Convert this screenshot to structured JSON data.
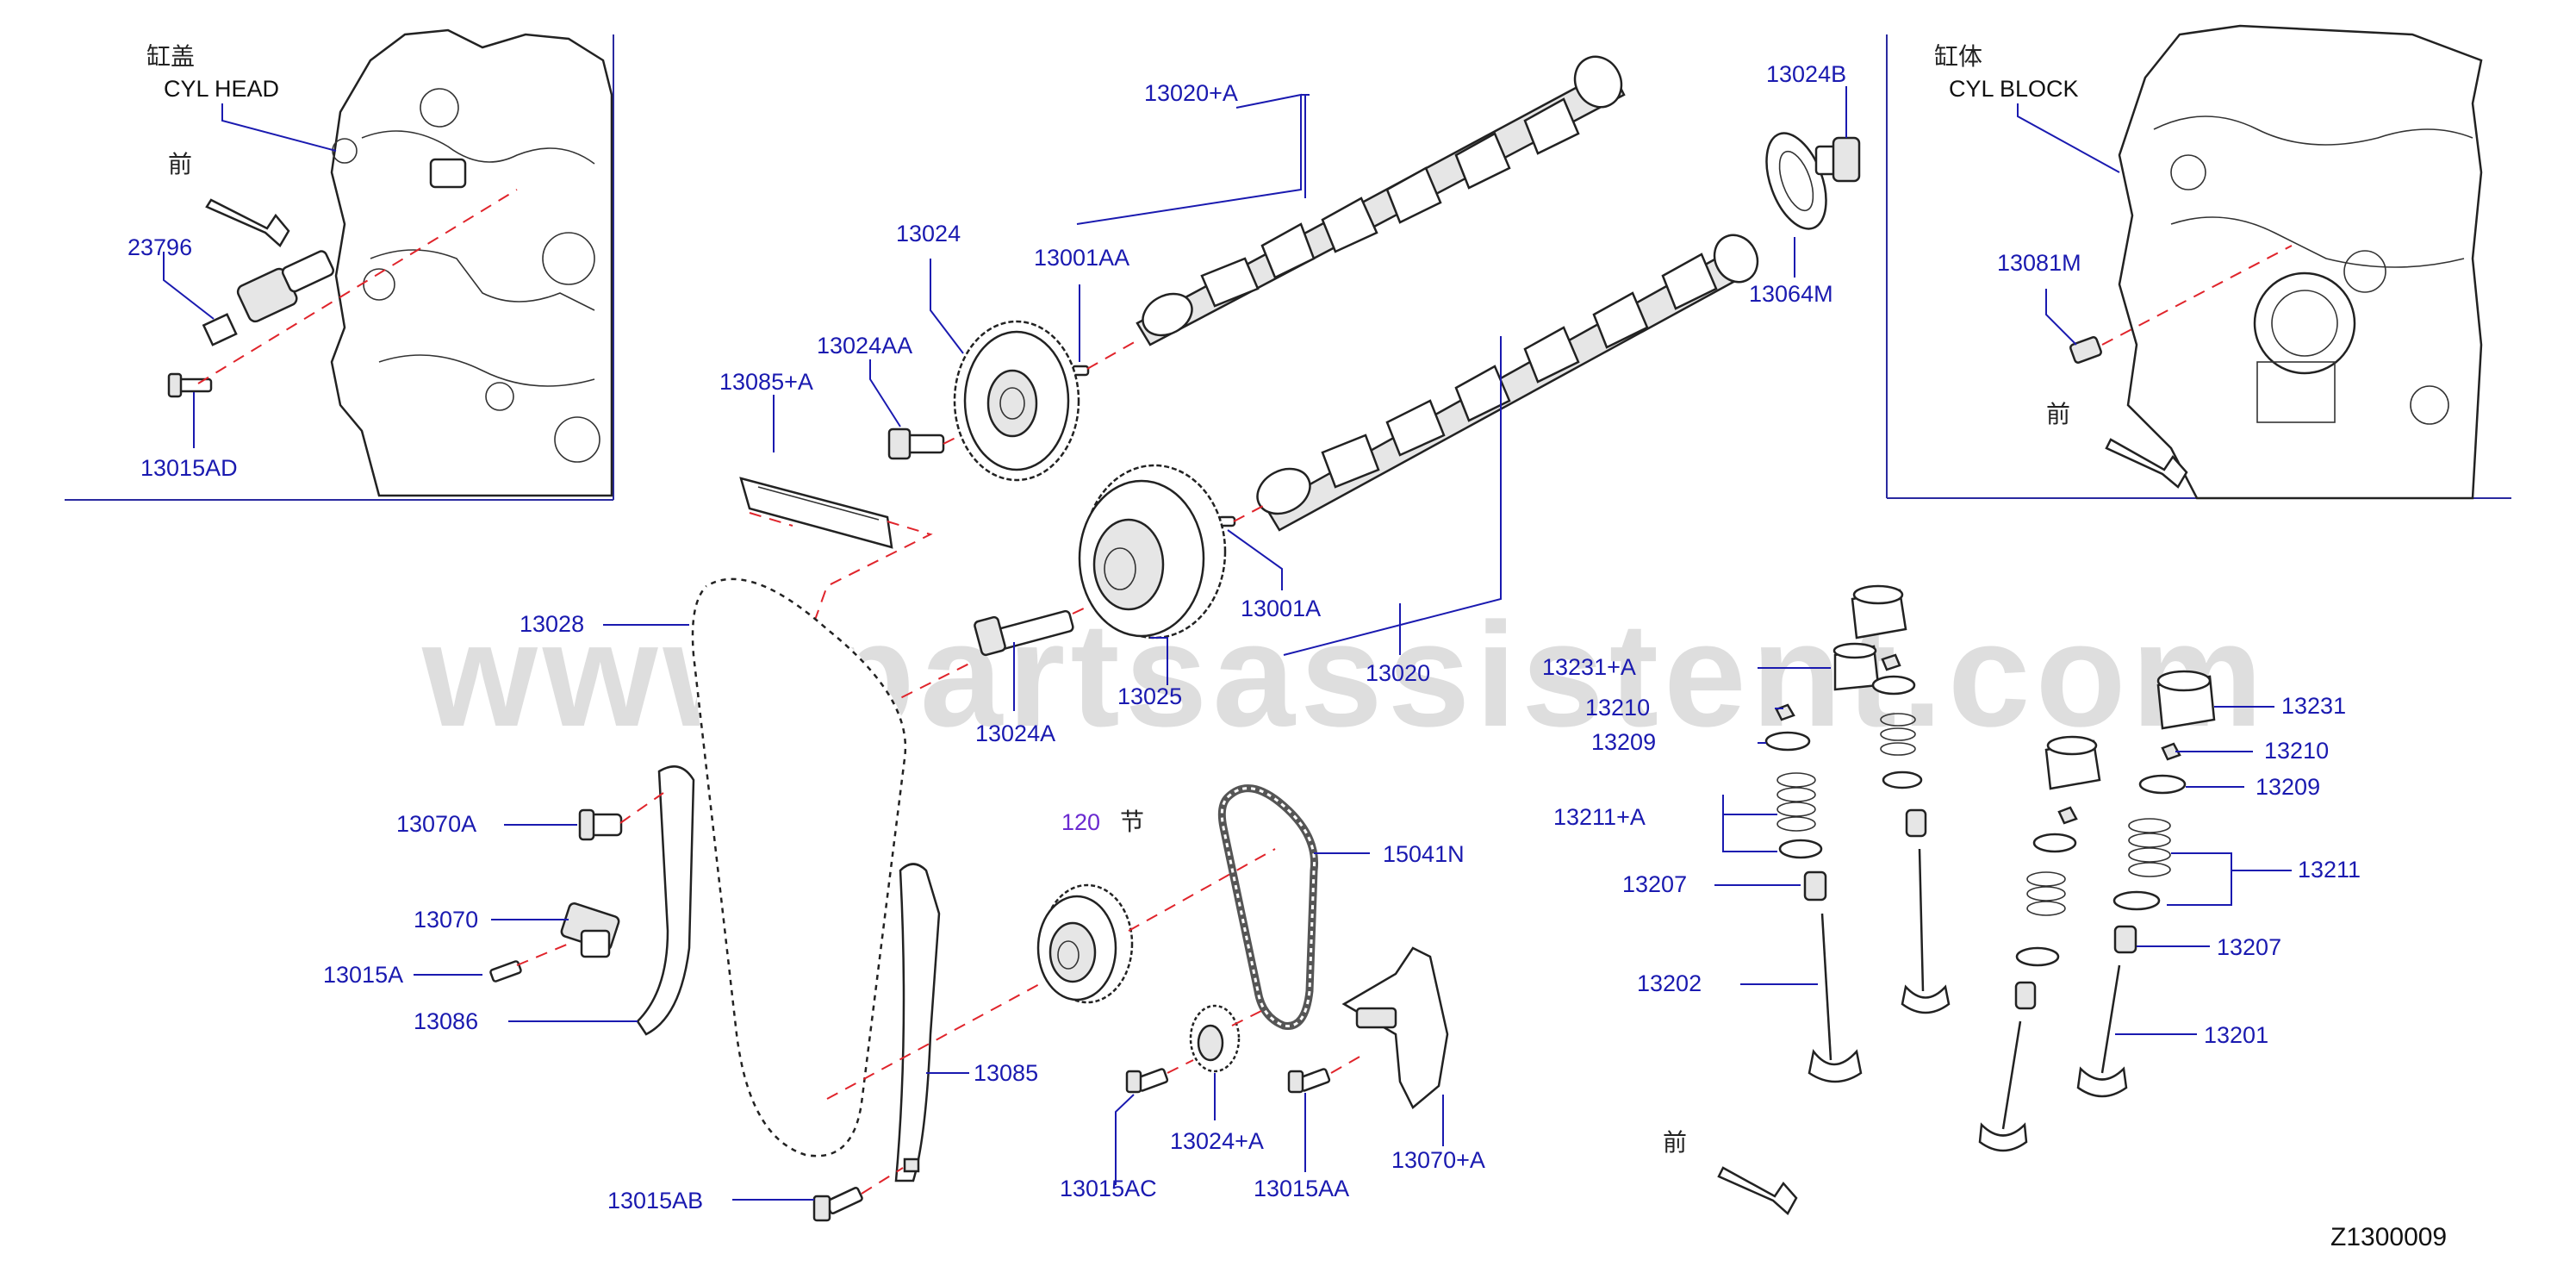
{
  "watermark": "www.partsassistent.com",
  "diagram_code": "Z1300009",
  "section": {
    "number": "120",
    "label": "节"
  },
  "insets": {
    "left": {
      "title_cn": "缸盖",
      "title_en": "CYL  HEAD",
      "front_cn": "前"
    },
    "right": {
      "title_cn": "缸体",
      "title_en": "CYL  BLOCK",
      "front_cn": "前"
    }
  },
  "front_main": "前",
  "parts": [
    "23796",
    "13015AD",
    "13020+A",
    "13024",
    "13001AA",
    "13024AA",
    "13085+A",
    "13024B",
    "13064M",
    "13081M",
    "13001A",
    "13020",
    "13028",
    "13024A",
    "13025",
    "13231+A",
    "13210",
    "13209",
    "13211+A",
    "13207",
    "13202",
    "13231",
    "13210",
    "13209",
    "13211",
    "13207",
    "13201",
    "13070A",
    "13070",
    "13015A",
    "13086",
    "15041N",
    "13085",
    "13015AB",
    "13024+A",
    "13015AC",
    "13015AA",
    "13070+A"
  ]
}
